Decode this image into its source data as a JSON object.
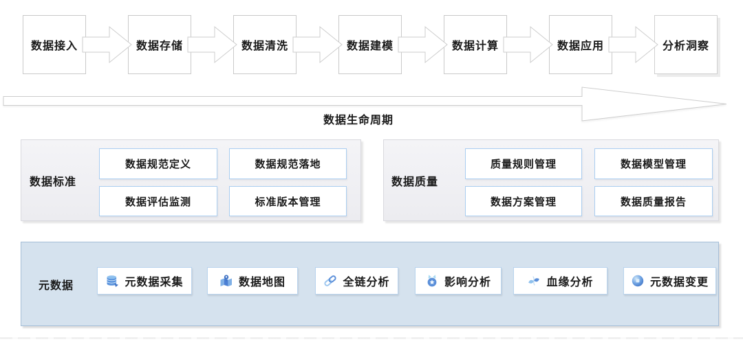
{
  "flow": {
    "steps": [
      {
        "label": "数据接入"
      },
      {
        "label": "数据存储"
      },
      {
        "label": "数据清洗"
      },
      {
        "label": "数据建模"
      },
      {
        "label": "数据计算"
      },
      {
        "label": "数据应用"
      },
      {
        "label": "分析洞察"
      }
    ],
    "axis_label": "数据生命周期"
  },
  "panels": {
    "standards": {
      "title": "数据标准",
      "items": [
        "数据规范定义",
        "数据规范落地",
        "数据评估监测",
        "标准版本管理"
      ]
    },
    "quality": {
      "title": "数据质量",
      "items": [
        "质量规则管理",
        "数据模型管理",
        "数据方案管理",
        "数据质量报告"
      ]
    },
    "metadata": {
      "title": "元数据",
      "items": [
        {
          "icon": "database-icon",
          "label": "元数据采集"
        },
        {
          "icon": "map-pin-icon",
          "label": "数据地图"
        },
        {
          "icon": "chain-link-icon",
          "label": "全链分析"
        },
        {
          "icon": "medal-star-icon",
          "label": "影响分析"
        },
        {
          "icon": "branch-icon",
          "label": "血缘分析"
        },
        {
          "icon": "sphere-icon",
          "label": "元数据变更"
        }
      ]
    }
  },
  "colors": {
    "flow_box_border": "#c9c9c9",
    "arrow_outline": "#cccccc",
    "panel_gray_bg": "#f2f2f5",
    "panel_gray_border": "#d9d9de",
    "inner_box_border": "#a9cdf0",
    "metadata_bg": "#d5e2ee",
    "metadata_border": "#a4bdd7",
    "icon_blue": "#5b8fd9",
    "icon_blue_light": "#8fc1ed",
    "text": "#1a1a1a"
  }
}
